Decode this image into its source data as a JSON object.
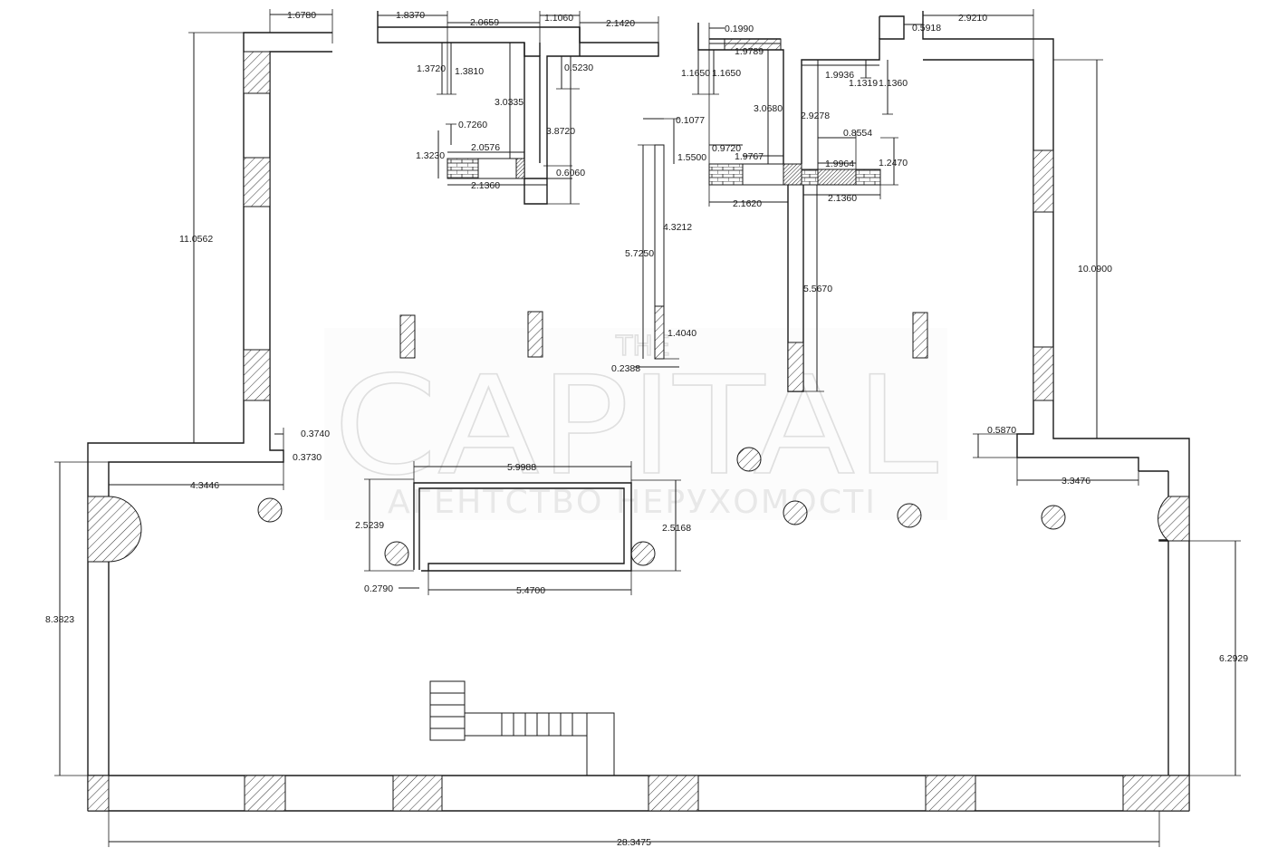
{
  "watermark": {
    "small": "THE",
    "brand": "CAPITAL",
    "tagline": "АГЕНТСТВО НЕРУХОМОСТІ"
  },
  "dimensions": {
    "d_1_6780": "1.6780",
    "d_11_0562": "11.0562",
    "d_1_8370": "1.8370",
    "d_2_0659": "2.0659",
    "d_1_1060": "1.1060",
    "d_2_1420": "2.1420",
    "d_1_3720": "1.3720",
    "d_1_3810": "1.3810",
    "d_0_5230": "0.5230",
    "d_3_0335": "3.0335",
    "d_3_8720": "3.8720",
    "d_0_7260": "0.7260",
    "d_2_0576": "2.0576",
    "d_1_3230": "1.3230",
    "d_0_6060": "0.6060",
    "d_2_1360_a": "2.1360",
    "d_0_1990": "0.1990",
    "d_1_9789": "1.9789",
    "d_1_1650_a": "1.1650",
    "d_1_1650_b": "1.1650",
    "d_3_0680": "3.0680",
    "d_1_9936": "1.9936",
    "d_1_1319": "1.1319",
    "d_1_1360": "1.1360",
    "d_2_9278": "2.9278",
    "d_0_1077": "0.1077",
    "d_0_9720": "0.9720",
    "d_1_5500": "1.5500",
    "d_1_9767": "1.9767",
    "d_0_8554": "0.8554",
    "d_1_9964": "1.9964",
    "d_1_2470": "1.2470",
    "d_2_1620": "2.1620",
    "d_2_1360_b": "2.1360",
    "d_4_3212": "4.3212",
    "d_5_7250": "5.7250",
    "d_5_5670": "5.5670",
    "d_1_4040": "1.4040",
    "d_0_2388": "0.2388",
    "d_2_9210": "2.9210",
    "d_0_5918": "0.5918",
    "d_10_0900": "10.0900",
    "d_0_3740": "0.3740",
    "d_0_3730": "0.3730",
    "d_4_3446": "4.3446",
    "d_0_5870": "0.5870",
    "d_3_3476": "3.3476",
    "d_5_9988": "5.9988",
    "d_2_5239": "2.5239",
    "d_2_5168": "2.5168",
    "d_0_2790": "0.2790",
    "d_5_4700": "5.4700",
    "d_8_3823": "8.3823",
    "d_6_2929": "6.2929",
    "d_28_3475": "28.3475"
  }
}
